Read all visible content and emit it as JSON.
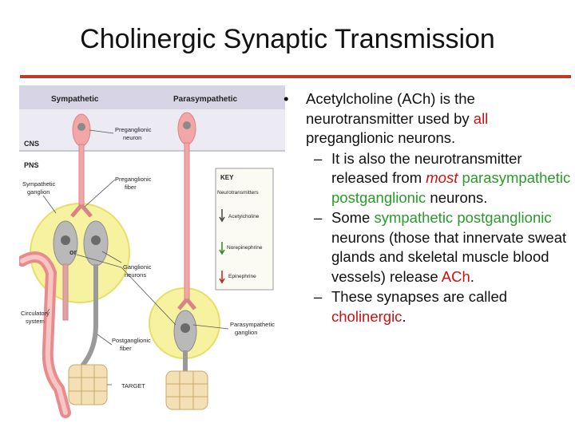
{
  "title": "Cholinergic Synaptic Transmission",
  "diagram": {
    "header_left": "Sympathetic",
    "header_right": "Parasympathetic",
    "cns": "CNS",
    "pns": "PNS",
    "sympathetic_ganglion": [
      "Sympathetic",
      "ganglion"
    ],
    "preganglionic_neuron": [
      "Preganglionic",
      "neuron"
    ],
    "preganglionic_fiber": [
      "Preganglionic",
      "fiber"
    ],
    "ganglionic_neurons": [
      "Ganglionic",
      "neurons"
    ],
    "or": "or",
    "circulatory_system": [
      "Circulatory",
      "system"
    ],
    "postganglionic_fiber": [
      "Postganglionic",
      "fiber"
    ],
    "parasympathetic_ganglion": [
      "Parasympathetic",
      "ganglion"
    ],
    "target": "TARGET",
    "key": {
      "title": "KEY",
      "neurotransmitters": "Neurotransmitters",
      "acetylcholine": "Acetylcholine",
      "norepinephrine": "Norepinephrine",
      "epinephrine": "Epinephrine"
    }
  },
  "bullets": {
    "main": {
      "p1": "Acetylcholine (ACh) is the neurotransmitter used by ",
      "all": "all",
      "p2": " preganglionic neurons."
    },
    "sub1": {
      "p1": "It is also the neurotransmitter released from ",
      "most": "most",
      "green": " parasympathetic postganglionic",
      "p2": " neurons."
    },
    "sub2": {
      "p1": "Some ",
      "green": "sympathetic postganglionic",
      "p2": " neurons (those that innervate sweat glands and skeletal muscle blood vessels) release ",
      "ach": "ACh",
      "p3": "."
    },
    "sub3": {
      "p1": "These synapses are called ",
      "cholinergic": "cholinergic",
      "p2": "."
    }
  },
  "colors": {
    "accent": "#c0392b",
    "highlight_red": "#d01010",
    "highlight_green": "#2a9a2a",
    "neuron_pink": "#f2a6a6",
    "neuron_gray": "#b9b9b9",
    "ganglion_yellow": "#f6f2a0",
    "header_band": "#d7d4e6"
  }
}
